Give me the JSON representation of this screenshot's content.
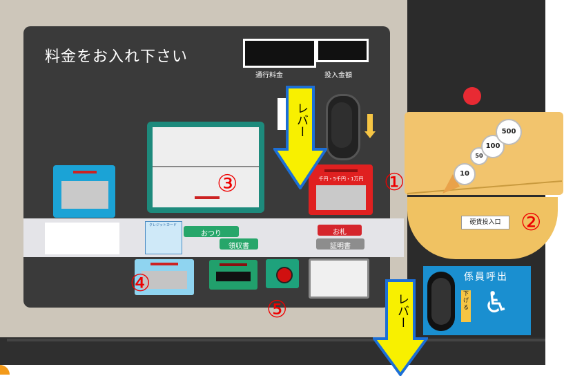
{
  "panel": {
    "title": "料金をお入れ下さい",
    "toll_label": "通行料金",
    "inserted_label": "投入金額"
  },
  "bills": {
    "label": "千円・5千円・1万円"
  },
  "band": {
    "change_label": "おつり",
    "receipt_label": "領収書",
    "bill_label": "お札",
    "certificate_label": "証明書",
    "card_label": "クレジットカード"
  },
  "coins": {
    "values": [
      "10",
      "50",
      "100",
      "500"
    ],
    "slot_label": "硬貨投入口"
  },
  "staff_call": {
    "label": "係員呼出",
    "lower_label": "下げる"
  },
  "arrows": {
    "lever_top": "レバー",
    "lever_bottom": "レバー"
  },
  "markers": {
    "m1": "①",
    "m2": "②",
    "m3": "③",
    "m4": "④",
    "m5": "⑤"
  },
  "colors": {
    "panel": "#3a3a3a",
    "tray": "#f2c46d",
    "arrow_fill": "#f8f000",
    "arrow_border": "#1c6fd6",
    "marker": "#e00000"
  }
}
